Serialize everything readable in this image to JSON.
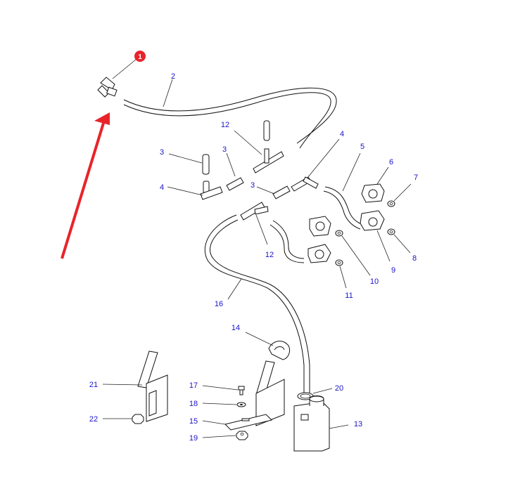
{
  "diagram": {
    "highlight_badge": "1",
    "arrow_color": "#e8242a",
    "badge_color": "#e8242a",
    "label_color": "#1a12c8",
    "callouts": {
      "c2": "2",
      "c3a": "3",
      "c3b": "3",
      "c3c": "3",
      "c4a": "4",
      "c4b": "4",
      "c5": "5",
      "c6": "6",
      "c7": "7",
      "c8": "8",
      "c9": "9",
      "c10": "10",
      "c11": "11",
      "c12a": "12",
      "c12b": "12",
      "c13": "13",
      "c14": "14",
      "c15": "15",
      "c16": "16",
      "c17": "17",
      "c18": "18",
      "c19": "19",
      "c20": "20",
      "c21": "21",
      "c22": "22"
    }
  }
}
